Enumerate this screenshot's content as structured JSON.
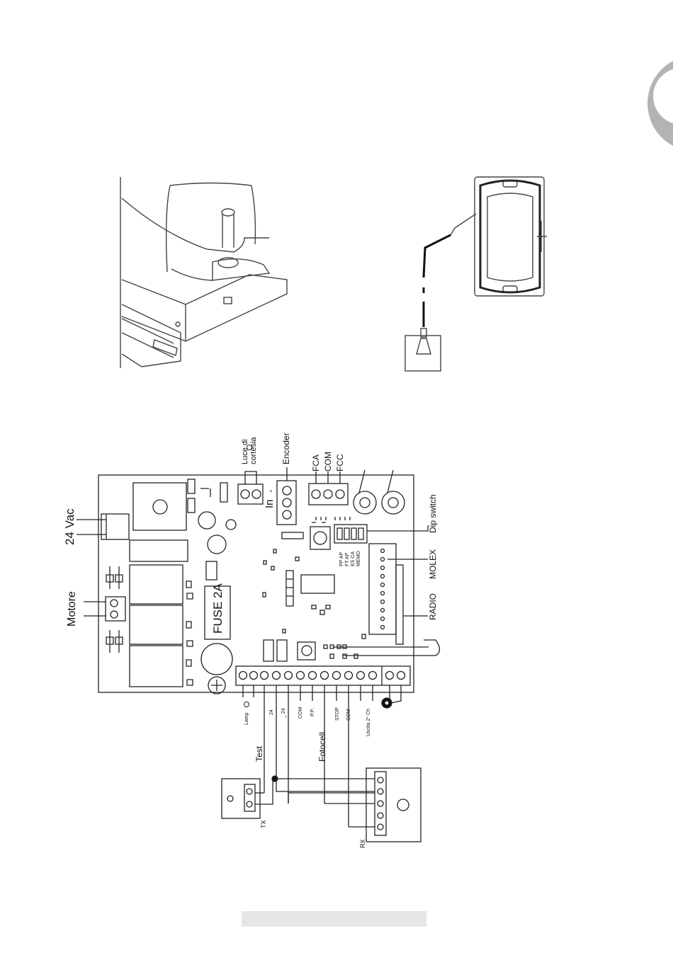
{
  "labels": {
    "luce_line1": "Luce di",
    "luce_line2": "cortesia",
    "encoder": "Encoder",
    "fca": "FCA",
    "com_top": "COM",
    "fcc": "FCC",
    "dip_switch": "Dip switch",
    "molex": "MOLEX",
    "radio": "RADIO",
    "vac": "24 Vac",
    "motore": "Motore",
    "fuse": "FUSE 2A",
    "in": "In",
    "minus": "-",
    "lamp": "Lamp",
    "t24": "24",
    "t_24": "_ 24",
    "com1": "COM",
    "pp": "P.P.",
    "stop": "STOP",
    "com2": "COM",
    "uscita": "Uscita 2° Ch",
    "test": "Test",
    "fotocell": "Fotocell.",
    "tx": "TX",
    "rx": "RX",
    "dip_labels": [
      "PP AP",
      "FT AP",
      "ES CA",
      "MEMO"
    ]
  }
}
